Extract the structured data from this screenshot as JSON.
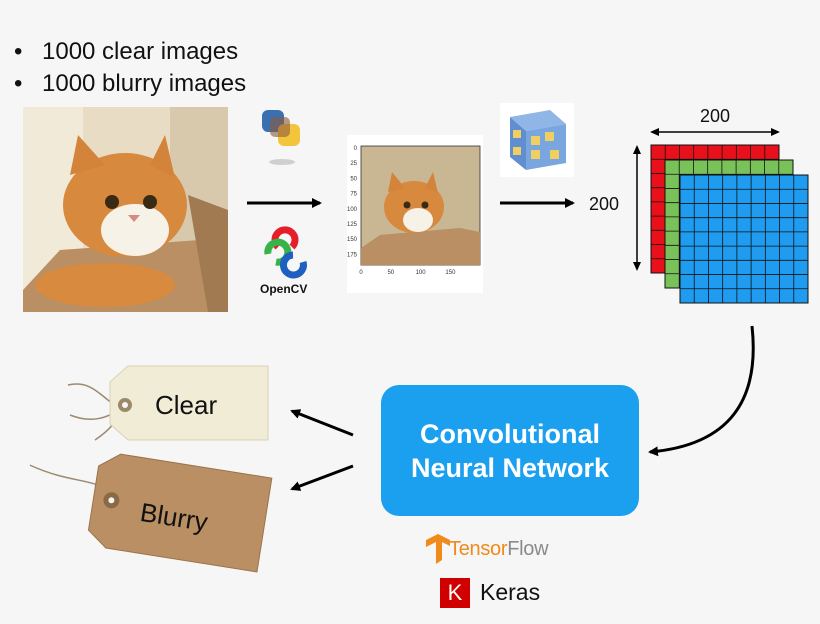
{
  "bullets": [
    "1000 clear images",
    "1000 blurry images"
  ],
  "plot": {
    "yticks": [
      "0",
      "25",
      "50",
      "75",
      "100",
      "125",
      "150",
      "175"
    ],
    "xticks": [
      "0",
      "50",
      "100",
      "150"
    ]
  },
  "opencv_label": "OpenCV",
  "dims": {
    "width": "200",
    "height": "200"
  },
  "cnn": {
    "line1": "Convolutional",
    "line2": "Neural Network"
  },
  "tags": {
    "clear": "Clear",
    "blurry": "Blurry"
  },
  "tensorflow": {
    "part1": "Tensor",
    "part2": "Flow"
  },
  "keras": {
    "logo": "K",
    "label": "Keras"
  },
  "colors": {
    "cnn_box": "#1aa0ef",
    "red_layer": "#e8101a",
    "green_layer": "#79c25a",
    "blue_layer": "#1f9cf0"
  }
}
